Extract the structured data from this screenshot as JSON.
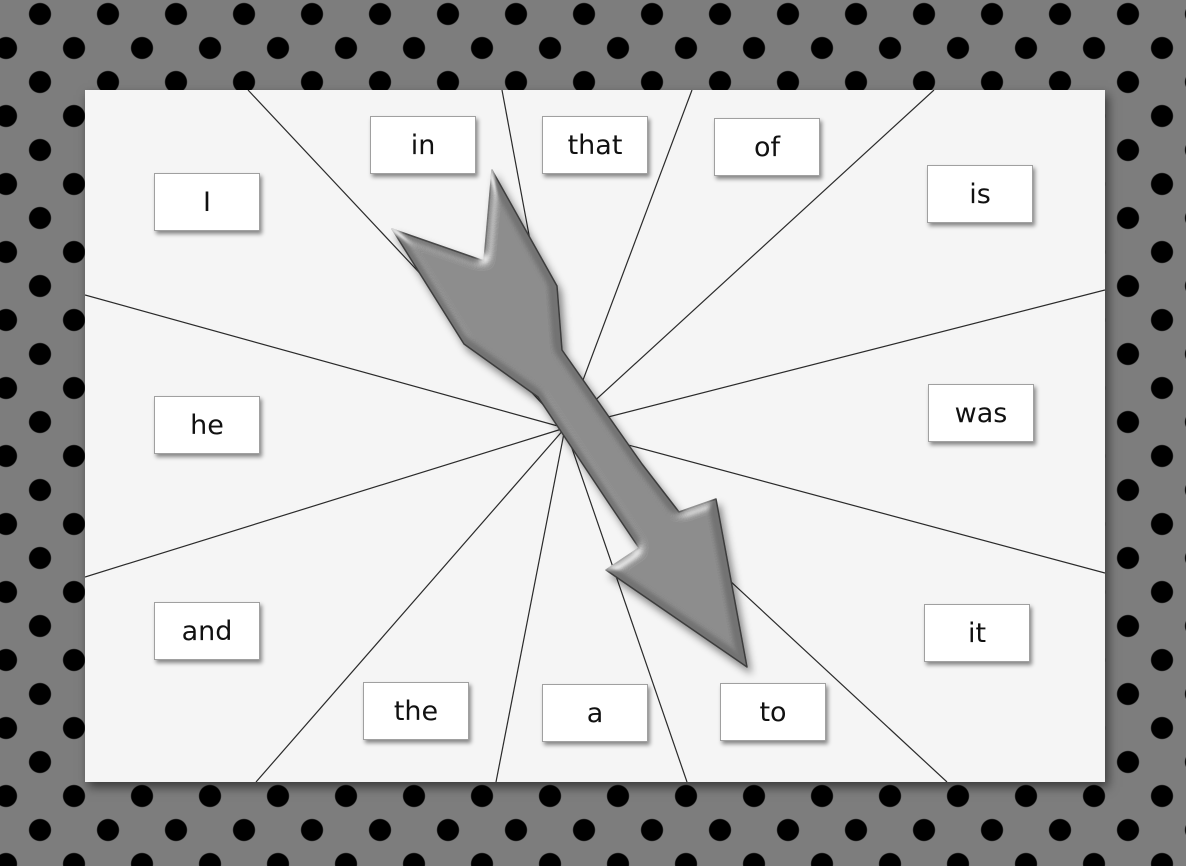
{
  "words": [
    "I",
    "in",
    "that",
    "of",
    "is",
    "he",
    "was",
    "and",
    "it",
    "the",
    "a",
    "to"
  ],
  "colors": {
    "background": "#7d7d7d",
    "dots": "#000000",
    "board": "#f5f5f5",
    "card": "#ffffff",
    "arrow": "#737373"
  },
  "icons": {
    "spinner_arrow": "spinner-arrow-icon"
  }
}
